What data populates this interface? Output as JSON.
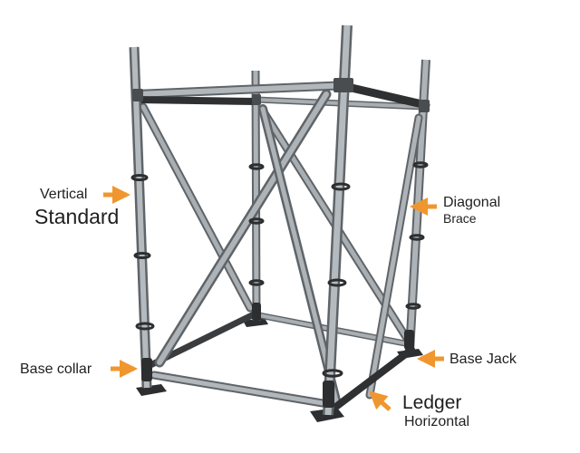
{
  "labels": {
    "vertical_line1": "Vertical",
    "vertical_line2": "Standard",
    "diagonal_line1": "Diagonal",
    "diagonal_line2": "Brace",
    "base_collar": "Base collar",
    "base_jack": "Base Jack",
    "ledger_line1": "Ledger",
    "ledger_line2": "Horizontal"
  },
  "colors": {
    "arrow": "#f0962e",
    "tube": "#9ca1a5",
    "tube_edge": "#5f6468",
    "dark_tube": "#3a3c3e",
    "plate": "#2c2e30",
    "label_text": "#1f1f1f",
    "background": "#ffffff"
  },
  "icons": [
    "arrow-right-icon",
    "arrow-left-icon",
    "arrow-up-left-icon"
  ]
}
